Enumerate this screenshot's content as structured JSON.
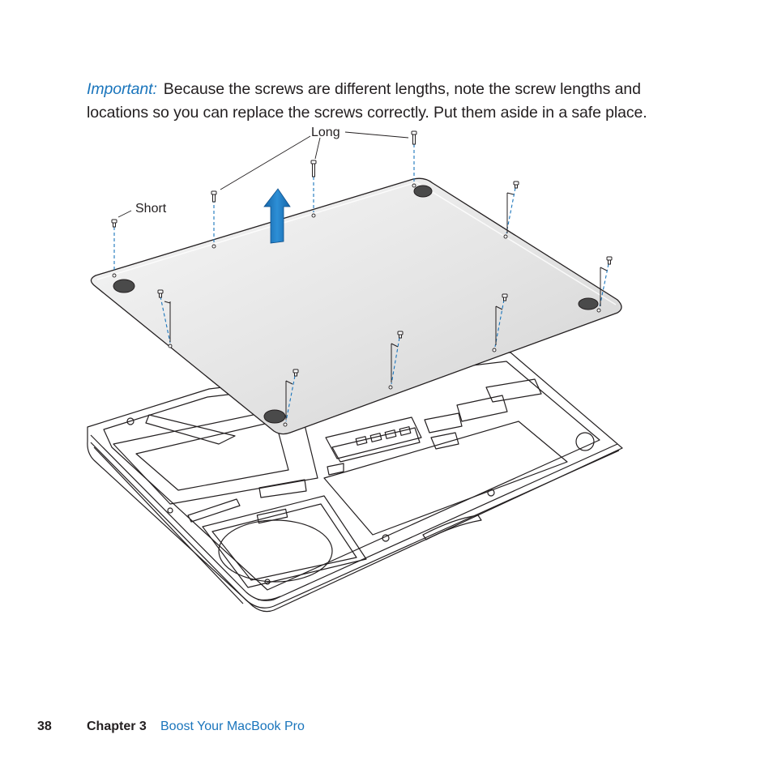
{
  "note": {
    "lead": "Important:",
    "body": "Because the screws are different lengths, note the screw lengths and locations so you can replace the screws correctly. Put them aside in a safe place."
  },
  "figure": {
    "labels": {
      "long": "Long",
      "short": "Short"
    },
    "colors": {
      "arrow": "#1c75bc",
      "leader": "#1a75bc",
      "panel": "#e6e6e6",
      "foot": "#4a4a4a"
    }
  },
  "footer": {
    "page_number": "38",
    "chapter": "Chapter 3",
    "chapter_title": "Boost Your MacBook Pro"
  }
}
